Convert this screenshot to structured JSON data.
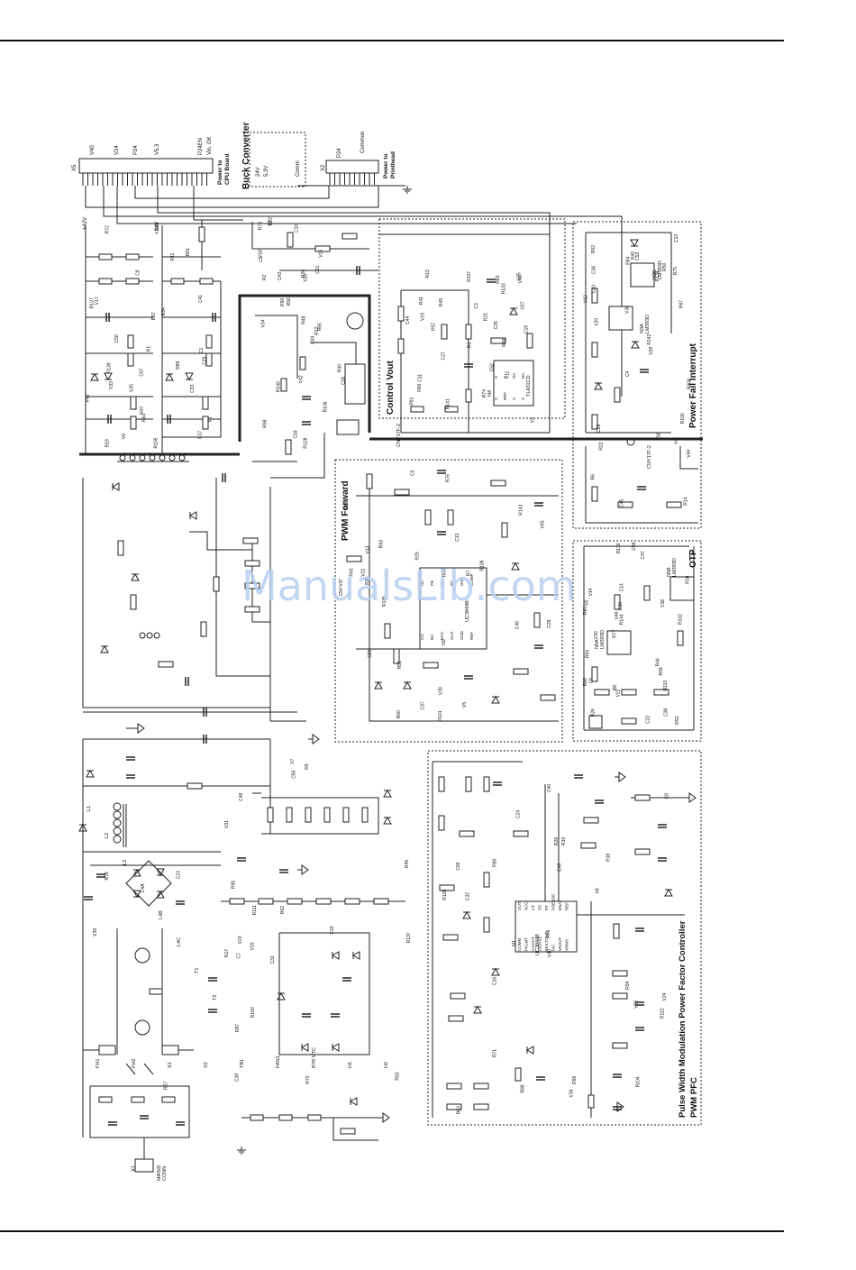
{
  "watermark": "ManualsLib.com",
  "blocks": {
    "buck_converter": "Buck Converter",
    "control_vout": "Control Vout",
    "power_fail_interrupt": "Power Fail Interrupt",
    "pwm_forward": "PWM Forward",
    "otp": "OTP",
    "pfc_line1": "Pulse Width Modulation Power Factor Controller",
    "pfc_line2": "PWM PFC"
  },
  "connectors": {
    "x5": {
      "ref": "X5",
      "caption1": "Power to",
      "caption2": "CPU Board",
      "pins": [
        "V40",
        "V24",
        "P24",
        "V5.3",
        "P24EN",
        "Vin. OK"
      ]
    },
    "x2": {
      "ref": "X2",
      "caption1": "Power to",
      "caption2": "Printhead",
      "pins": [
        "P24",
        "Common"
      ]
    },
    "buck_out": [
      "24V",
      "5.3V",
      "Comm"
    ],
    "mains": {
      "ref": "X1",
      "caption1": "MAINS",
      "caption2": "CONN"
    }
  },
  "rails": [
    "+42V",
    "+24V"
  ],
  "ics": {
    "uc3844": {
      "ref": "N4",
      "part": "TL431CD",
      "pins": [
        "C",
        "REF",
        "A",
        "A",
        "A",
        "A",
        "NC",
        "NC"
      ]
    },
    "n1": {
      "ref": "N1",
      "part": "UC3844B",
      "pins": [
        "COMM",
        "PKLMT",
        "CAOUT",
        "ISENSE",
        "MULTOUT",
        "IAC",
        "VAOUT",
        "VRMS",
        "OUT",
        "VCC",
        "CT",
        "SS",
        "RT",
        "VSENSE",
        "ENA",
        "REF"
      ]
    },
    "n2": {
      "ref": "N2",
      "part": "UC3844B",
      "pins": [
        "CO",
        "NC",
        "VCC",
        "OUT",
        "GND",
        "REF",
        "NC",
        "FB",
        "IS",
        "RT",
        "GND",
        "COMP"
      ]
    },
    "n3a": {
      "ref": "N3A",
      "part": "LM393D"
    },
    "n3b": {
      "ref": "N3B",
      "part": "LM393D"
    },
    "n5a": {
      "ref": "N5A",
      "part": "LM393D"
    },
    "n5b": {
      "ref": "N5B",
      "part": "LM393D"
    },
    "opto1": "CNY17F-2",
    "opto2": "CNY17F-2"
  },
  "labels": {
    "resistors": [
      "R1",
      "R2",
      "R3",
      "R6",
      "R7",
      "R8",
      "R9",
      "R10",
      "R11",
      "R12",
      "R13",
      "R14",
      "R15",
      "R16",
      "R17",
      "R18",
      "R19",
      "R20",
      "R21",
      "R22",
      "R25",
      "R26",
      "R27",
      "R29",
      "R34",
      "R40",
      "R41",
      "R42",
      "R43",
      "R44",
      "R45",
      "R46",
      "R47",
      "R48",
      "R49",
      "R50",
      "R51",
      "R52",
      "R53",
      "R54",
      "R55",
      "R56",
      "R57",
      "R59",
      "R60",
      "R61",
      "R62",
      "R63",
      "R64",
      "R65",
      "R66",
      "R67",
      "R68",
      "R69",
      "R70",
      "R71",
      "R72",
      "R73",
      "R74",
      "R75",
      "R76",
      "R77",
      "R78",
      "R80",
      "R81",
      "R82",
      "R83",
      "R84",
      "R85",
      "R86",
      "R87",
      "R88",
      "R89",
      "R90",
      "R91",
      "R92",
      "R93",
      "R94",
      "R95",
      "R96",
      "R97",
      "R98",
      "R99",
      "R100",
      "R101",
      "R102",
      "R103",
      "R104",
      "R105",
      "R106",
      "R107",
      "R108",
      "R109",
      "R110",
      "R111",
      "R112",
      "R127",
      "R128",
      "R133",
      "R134",
      "R135",
      "R136",
      "R137",
      "R138",
      "R139",
      "R140",
      "R141",
      "R142",
      "R143",
      "R144"
    ],
    "capacitors": [
      "C1",
      "C2",
      "C3",
      "C4",
      "C5",
      "C6",
      "C7",
      "C8",
      "C9",
      "C10",
      "C11",
      "C12",
      "C13",
      "C14",
      "C15",
      "C16",
      "C17",
      "C18",
      "C19",
      "C20",
      "C21",
      "C22",
      "C23",
      "C24",
      "C25",
      "C26",
      "C27",
      "C28",
      "C29",
      "C30",
      "C31",
      "C32",
      "C33",
      "C34",
      "C35",
      "C36",
      "C37",
      "C38",
      "C39",
      "C40",
      "C41",
      "C42",
      "C44",
      "C45",
      "C46",
      "C47",
      "C48",
      "C49",
      "C50",
      "C51",
      "C52",
      "C53",
      "C54",
      "C55",
      "C56",
      "C66",
      "C67"
    ],
    "diodes": [
      "V1",
      "V2",
      "V3",
      "V4",
      "V5",
      "V6",
      "V7",
      "V8",
      "V9",
      "V10",
      "V11",
      "V12",
      "V13",
      "V14",
      "V15",
      "V16",
      "V17",
      "V18",
      "V19",
      "V20",
      "V21",
      "V22",
      "V23",
      "V24",
      "V25",
      "V26",
      "V27",
      "V28",
      "V29",
      "V30",
      "V31",
      "V32",
      "V33",
      "V34",
      "V35",
      "V36",
      "V37",
      "V38",
      "V39",
      "V40",
      "V41",
      "V42",
      "V43",
      "V44",
      "V45",
      "V46"
    ],
    "inductors": [
      "L1",
      "L2",
      "L3",
      "L4A",
      "L4B",
      "L4C",
      "T1",
      "T2"
    ],
    "misc": [
      "FH1",
      "FH2",
      "S1",
      "X2",
      "TB1",
      "FAN1",
      "R79 NTC",
      "H1",
      "H2"
    ]
  }
}
